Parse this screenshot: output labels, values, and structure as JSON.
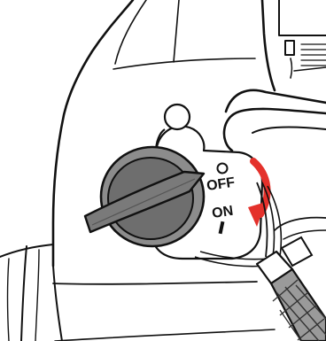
{
  "switch_labels": {
    "off": "OFF",
    "on": "ON"
  },
  "switch_state": "off",
  "colors": {
    "outline": "#111111",
    "knob_fill": "#6e6e6e",
    "knob_outer": "#8c8c8c",
    "knob_handle": "#7a7a7a",
    "arrow_red": "#e4312b",
    "background": "#ffffff"
  },
  "icons": {
    "rotate_direction": "curved-arrow-clockwise"
  }
}
